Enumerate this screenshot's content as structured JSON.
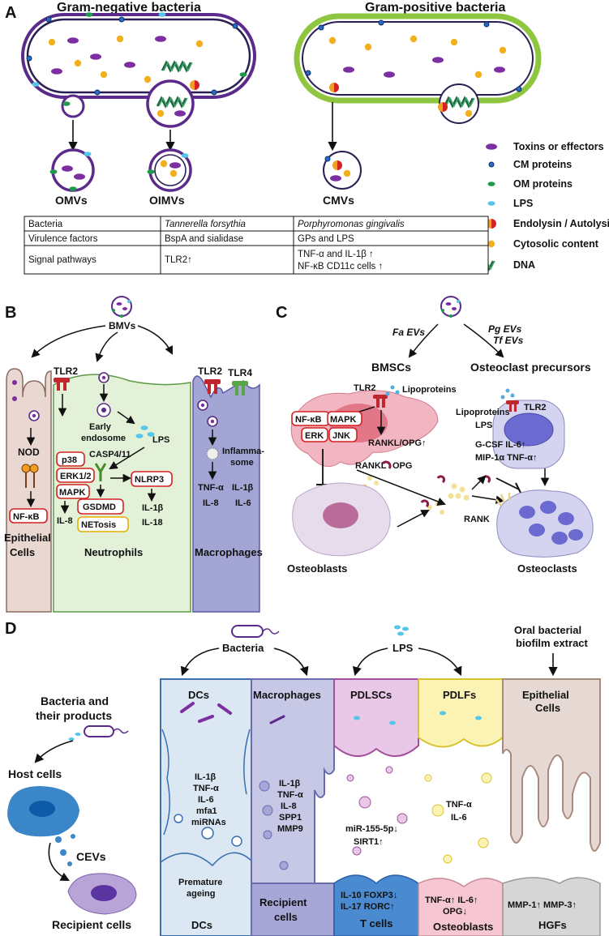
{
  "panelA": {
    "letter": "A",
    "gram_negative_title": "Gram-negative bacteria",
    "gram_positive_title": "Gram-positive bacteria",
    "vesicle_labels": [
      "OMVs",
      "OIMVs",
      "CMVs"
    ],
    "legend": [
      {
        "label": "Toxins or effectors",
        "icon": "toxin-icon",
        "color": "#7b2fa0"
      },
      {
        "label": "CM proteins",
        "icon": "cm-protein-icon",
        "color": "#2a6cc2"
      },
      {
        "label": "OM proteins",
        "icon": "om-protein-icon",
        "color": "#1e9a4a"
      },
      {
        "label": "LPS",
        "icon": "lps-icon",
        "color": "#55c6ea"
      },
      {
        "label": "Endolysin / Autolysin",
        "icon": "endolysin-icon",
        "color": "#f0a020"
      },
      {
        "label": "Cytosolic content",
        "icon": "cytosolic-icon",
        "color": "#f2b01e"
      },
      {
        "label": "DNA",
        "icon": "dna-icon",
        "color": "#2c7b4e"
      }
    ],
    "table": {
      "rows": [
        [
          "Bacteria",
          "Tannerella forsythia",
          "Porphyromonas gingivalis"
        ],
        [
          "Virulence factors",
          "BspA and sialidase",
          "GPs and LPS"
        ],
        [
          "Signal pathways",
          "TLR2↑",
          "TNF-α and IL-1β ↑",
          "NF-κB CD11c cells ↑"
        ]
      ]
    }
  },
  "panelB": {
    "letter": "B",
    "bmvs": "BMVs",
    "epithelial": {
      "receptor": "NOD",
      "pathway": "NF-κB",
      "title_line1": "Epithelial",
      "title_line2": "Cells"
    },
    "neutrophils": {
      "receptor": "TLR2",
      "early_endosome_line1": "Early",
      "early_endosome_line2": "endosome",
      "lps": "LPS",
      "casp": "CASP4/11",
      "kinases": [
        "p38",
        "ERK1/2",
        "MAPK"
      ],
      "il8": "IL-8",
      "gsdmd": "GSDMD",
      "netosis": "NETosis",
      "nlrp3": "NLRP3",
      "il1b": "IL-1β",
      "il18": "IL-18",
      "title": "Neutrophils"
    },
    "macrophages": {
      "receptors": [
        "TLR2",
        "TLR4"
      ],
      "inflammasome_line1": "Inflamma-",
      "inflammasome_line2": "some",
      "cytokines": [
        "TNF-α",
        "IL-1β",
        "IL-8",
        "IL-6"
      ],
      "title": "Macrophages"
    }
  },
  "panelC": {
    "letter": "C",
    "fa_evs": "Fa EVs",
    "pg_evs": "Pg EVs",
    "tf_evs": "Tf EVs",
    "bmscs": "BMSCs",
    "tlr2_a": "TLR2",
    "lipoproteins_a": "Lipoproteins",
    "kinases": [
      "NF-κB",
      "MAPK",
      "ERK",
      "JNK"
    ],
    "rankl_opg": "RANKL/OPG↑",
    "rankl": "RANKL",
    "opg": "OPG",
    "osteoblasts": "Osteoblasts",
    "osteoclast_precursors": "Osteoclast precursors",
    "lipoproteins_b": "Lipoproteins",
    "lps": "LPS",
    "tlr2_b": "TLR2",
    "factors_line1": "G-CSF IL-6↑",
    "factors_line2": "MIP-1α TNF-α↑",
    "rank": "RANK",
    "osteoclasts": "Osteoclasts"
  },
  "panelD": {
    "letter": "D",
    "bacteria": "Bacteria",
    "lps": "LPS",
    "oral_line1": "Oral bacterial",
    "oral_line2": "biofilm extract",
    "products_line1": "Bacteria and",
    "products_line2": "their products",
    "host_cells": "Host cells",
    "cevs": "CEVs",
    "recipient_cells": "Recipient cells",
    "columns": [
      {
        "title": "DCs",
        "items": [
          "IL-1β",
          "TNF-α",
          "IL-6",
          "mfa1",
          "miRNAs"
        ],
        "bottom": [
          "Premature",
          "ageing",
          "DCs"
        ],
        "fill": "#dbe8f4",
        "stroke": "#3a6fb0"
      },
      {
        "title": "Macrophages",
        "items": [
          "IL-1β",
          "TNF-α",
          "IL-8",
          "SPP1",
          "MMP9"
        ],
        "bottom": [
          "Recipient",
          "cells"
        ],
        "fill": "#c7c8e6",
        "stroke": "#6b6bb0"
      },
      {
        "title": "PDLSCs",
        "items": [
          "miR-155-5p↓",
          "SIRT1↑"
        ],
        "bottom": [
          "IL-10 FOXP3↓",
          "IL-17 RORC↑",
          "T cells"
        ],
        "fill": "#e8c8e6",
        "stroke": "#a0509a"
      },
      {
        "title": "PDLFs",
        "items": [
          "TNF-α",
          "IL-6"
        ],
        "bottom": [
          "TNF-α↑ IL-6↑",
          "OPG↓",
          "Osteoblasts"
        ],
        "fill": "#fbf3b4",
        "stroke": "#d9c230"
      },
      {
        "title": "Epithelial",
        "title2": "Cells",
        "items": [],
        "bottom": [
          "MMP-1↑ MMP-3↑",
          "HGFs"
        ],
        "fill": "#e6d9d3",
        "stroke": "#a88a80"
      }
    ]
  }
}
